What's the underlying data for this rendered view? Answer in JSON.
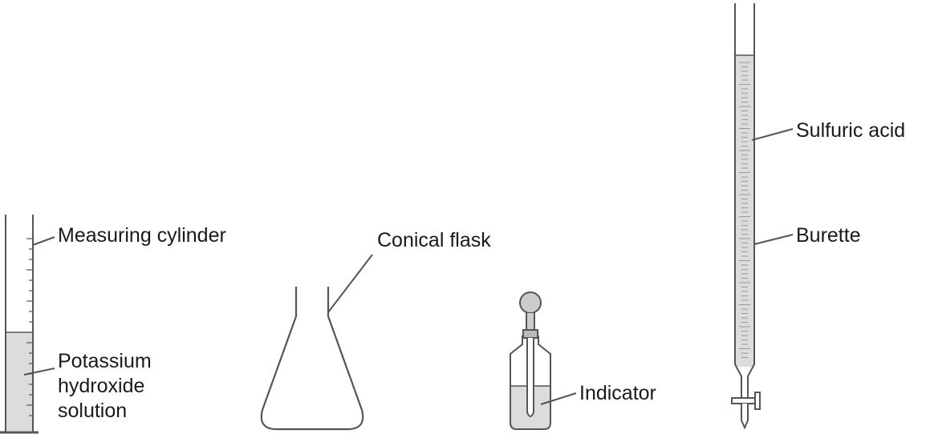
{
  "labels": {
    "measuring_cylinder": "Measuring cylinder",
    "potassium_hydroxide": [
      "Potassium",
      "hydroxide",
      "solution"
    ],
    "conical_flask": "Conical flask",
    "indicator": "Indicator",
    "sulfuric_acid": "Sulfuric acid",
    "burette": "Burette"
  },
  "colors": {
    "line": "#555555",
    "liquid": "#dcdcdc",
    "text": "#1a1a1a"
  }
}
